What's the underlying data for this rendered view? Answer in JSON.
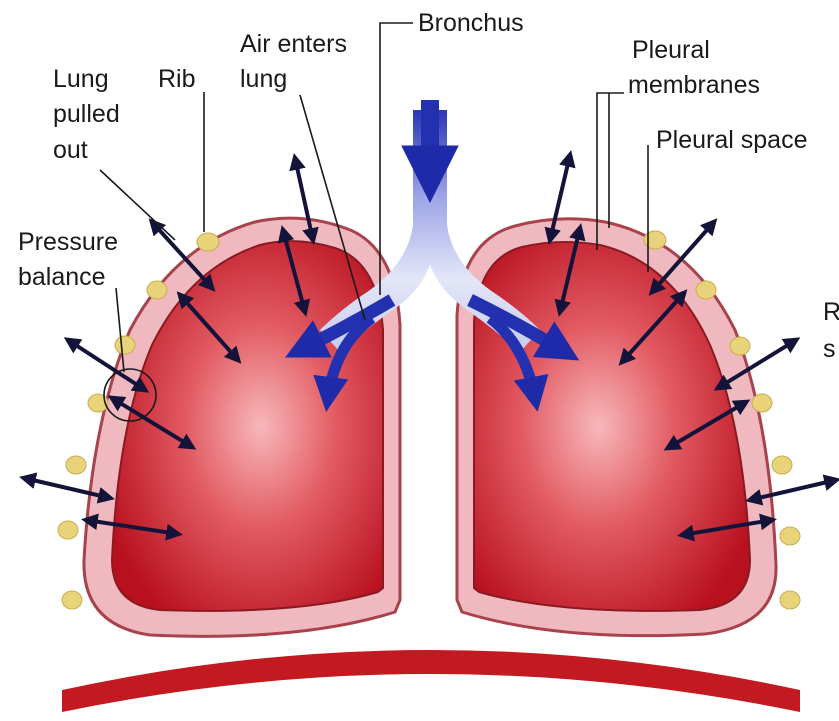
{
  "labels": {
    "bronchus": "Bronchus",
    "air_enters_1": "Air enters",
    "air_enters_2": "lung",
    "rib": "Rib",
    "lung_pulled_1": "Lung",
    "lung_pulled_2": "pulled",
    "lung_pulled_3": "out",
    "pressure_1": "Pressure",
    "pressure_2": "balance",
    "pleural_membranes_1": "Pleural",
    "pleural_membranes_2": "membranes",
    "pleural_space": "Pleural space",
    "cutoff_1": "R",
    "cutoff_2": "s"
  },
  "colors": {
    "lung": "#c8182a",
    "lung_highlight": "#f5a5a8",
    "pleura": "#f0b9bf",
    "pleura_edge": "#a8424c",
    "airway": "#2330b0",
    "airway_light": "#d6d9f4",
    "rib": "#e8d27a",
    "diaphragm": "#c21a20"
  }
}
